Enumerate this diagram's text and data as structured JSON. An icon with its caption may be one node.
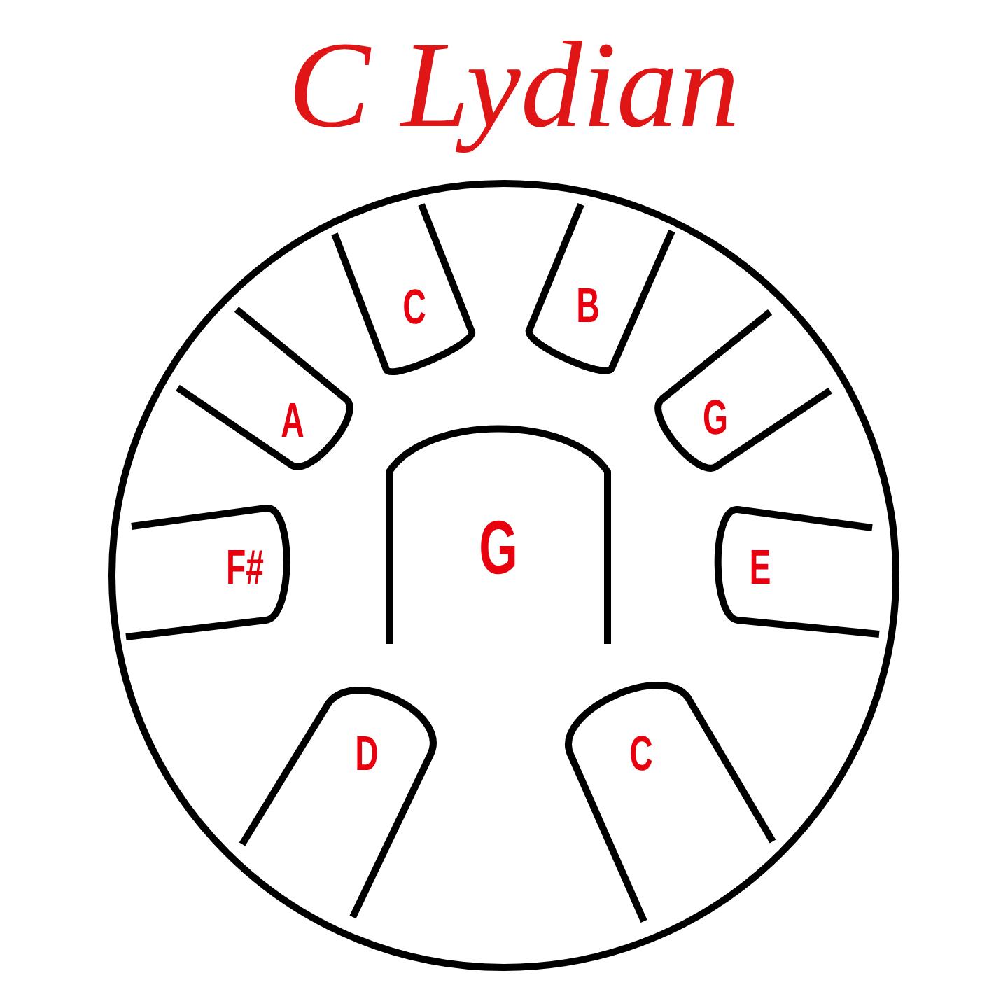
{
  "diagram": {
    "title": "C Lydian",
    "nodes": [
      {
        "text": [],
        "shape": "circle"
      },
      {
        "text": [
          "C"
        ],
        "in": 0
      },
      {
        "text": [
          "B"
        ],
        "in": 0
      },
      {
        "text": [
          "A"
        ],
        "in": 0
      },
      {
        "text": [
          "G"
        ],
        "in": 0
      },
      {
        "text": [
          "G"
        ],
        "in": 0
      },
      {
        "text": [
          "F#"
        ],
        "in": 0
      },
      {
        "text": [
          "E"
        ],
        "in": 0
      },
      {
        "text": [
          "D"
        ],
        "in": 0
      },
      {
        "text": [
          "C"
        ],
        "in": 0
      }
    ]
  }
}
